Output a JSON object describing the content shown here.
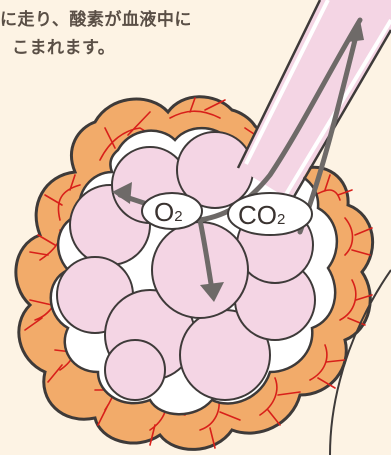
{
  "caption": {
    "line1": "に走り、酸素が血液中に",
    "line2": "こまれます。"
  },
  "labels": {
    "oxygen": "O",
    "oxygen_sub": "2",
    "co2": "CO",
    "co2_sub": "2"
  },
  "colors": {
    "background": "#fdf3e4",
    "alveoli_fill": "#f4d5e4",
    "capillary_net": "#f2ab6a",
    "blood_vessel": "#d8201a",
    "outline": "#3e3a39",
    "arrow": "#6e6a68"
  }
}
